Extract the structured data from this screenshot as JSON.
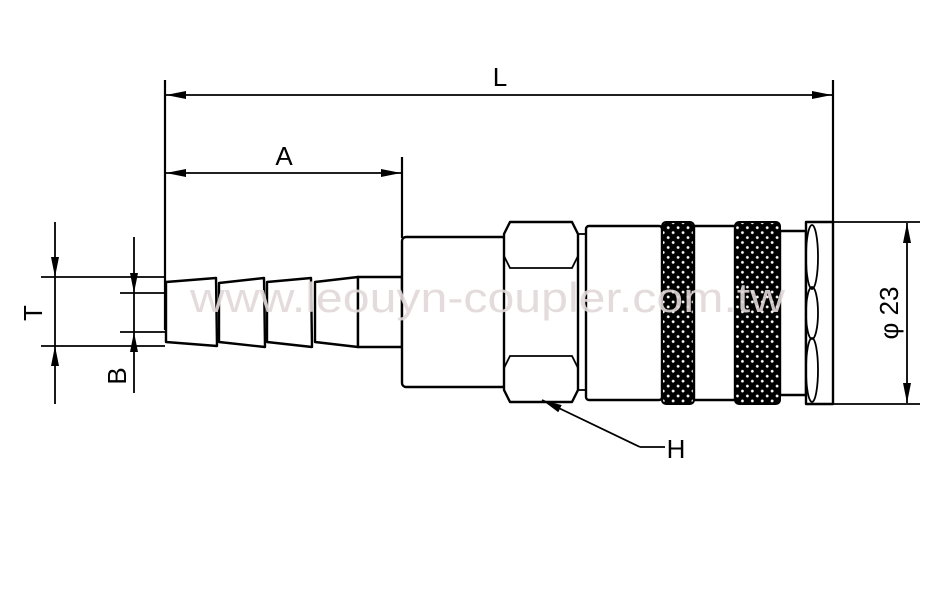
{
  "dimensions": {
    "overall_length": "L",
    "barb_length": "A",
    "outer_dimension": "T",
    "bore": "B",
    "hex": "H",
    "diameter": "φ 23"
  },
  "watermark": "www.leouyn-coupler.com.tw",
  "colors": {
    "line": "#000000",
    "watermark": "#e2d9d9"
  }
}
